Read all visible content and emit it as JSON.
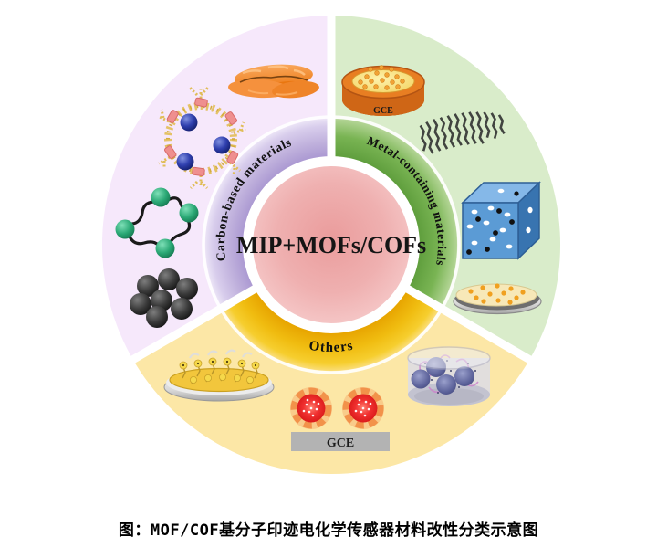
{
  "figure": {
    "center_label": "MIP+MOFs/COFs",
    "sectors": [
      {
        "id": "carbon",
        "label": "Carbon-based materials",
        "sector_color": "#f6e8fb",
        "band_color": "#b2a1d6",
        "icons": [
          "orange-nanosheets",
          "macrocycle-ring-with-metal-ions",
          "wavy-polymer-ring",
          "carbon-nanosphere-cluster"
        ]
      },
      {
        "id": "metal",
        "label": "Metal-containing materials",
        "sector_color": "#d9ecca",
        "band_color": "#5f9e3d",
        "icons": [
          "gce-electrode-disc",
          "nanotube-bundle",
          "mof-cube",
          "doped-plate"
        ]
      },
      {
        "id": "others",
        "label": "Others",
        "sector_color": "#fce7a6",
        "band_color": "#e7a400",
        "icons": [
          "gold-electrode-sam",
          "mip-vial",
          "virus-particles",
          "gce-bar"
        ]
      }
    ],
    "electrode_labels": {
      "gce_disc": "GCE",
      "gce_bar": "GCE"
    }
  },
  "caption": "图：MOF/COF基分子印迹电化学传感器材料改性分类示意图"
}
